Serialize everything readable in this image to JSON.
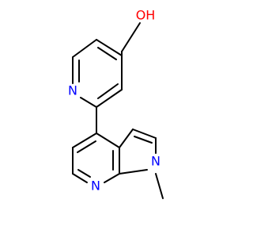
{
  "atoms": {
    "hydroxyl_o": {
      "label": "OH",
      "color": "#ff0000"
    },
    "pyridine_n": {
      "label": "N",
      "color": "#0000ff"
    },
    "azaindole_n7": {
      "label": "N",
      "color": "#0000ff"
    },
    "azaindole_n1": {
      "label": "N",
      "color": "#0000ff"
    }
  },
  "colors": {
    "bond": "#000000",
    "oxygen": "#ff0000",
    "nitrogen": "#0000ff"
  }
}
